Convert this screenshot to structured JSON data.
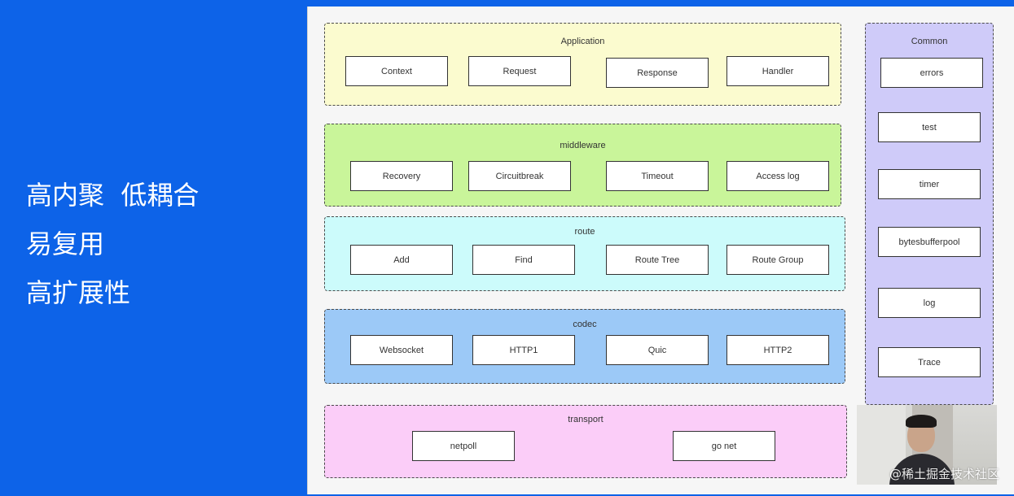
{
  "bullets": [
    "高内聚  低耦合",
    "易复用",
    "高扩展性"
  ],
  "colors": {
    "background": "#0d63e8",
    "application": "#fbfbcf",
    "middleware": "#c9f59a",
    "route": "#ccfbfb",
    "codec": "#9cc9f7",
    "transport": "#fbcdf8",
    "common": "#cfcbf9"
  },
  "layers": {
    "application": {
      "title": "Application",
      "items": [
        "Context",
        "Request",
        "Response",
        "Handler"
      ]
    },
    "middleware": {
      "title": "middleware",
      "items": [
        "Recovery",
        "Circuitbreak",
        "Timeout",
        "Access log"
      ]
    },
    "route": {
      "title": "route",
      "items": [
        "Add",
        "Find",
        "Route Tree",
        "Route Group"
      ]
    },
    "codec": {
      "title": "codec",
      "items": [
        "Websocket",
        "HTTP1",
        "Quic",
        "HTTP2"
      ]
    },
    "transport": {
      "title": "transport",
      "items": [
        "netpoll",
        "go net"
      ]
    },
    "common": {
      "title": "Common",
      "items": [
        "errors",
        "test",
        "timer",
        "bytesbufferpool",
        "log",
        "Trace"
      ]
    }
  },
  "watermark": "@稀土掘金技术社区"
}
